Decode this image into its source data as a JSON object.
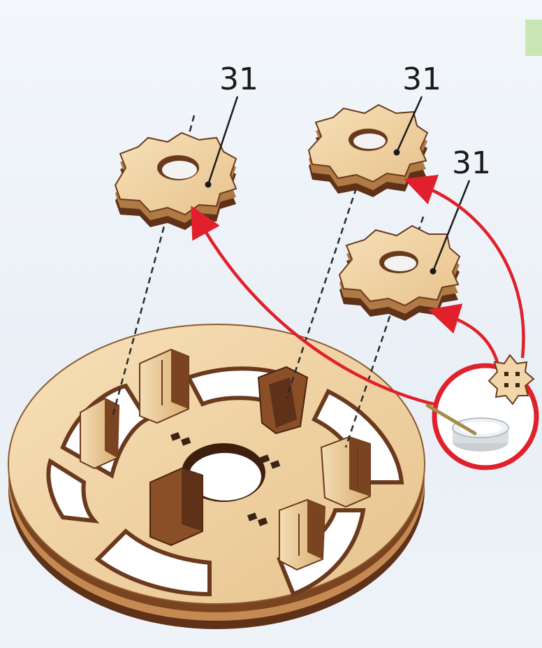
{
  "callouts": {
    "gear_left": "31",
    "gear_top_right": "31",
    "gear_mid_right": "31"
  },
  "colors": {
    "wood_light": "#f1d6a9",
    "wood_mid": "#c9945a",
    "wood_dark": "#6b3a1e",
    "arrow_red": "#e0202a",
    "guide_line": "#2a2a2a",
    "corner_tab": "#c8e6b4"
  },
  "icons": {
    "glue_inset": "glue-pot-icon"
  }
}
